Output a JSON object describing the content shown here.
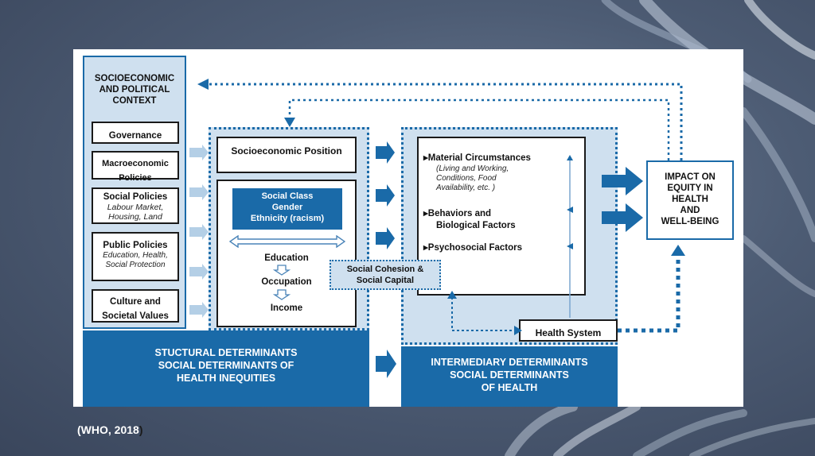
{
  "left_column": {
    "title": "SOCIOECONOMIC AND POLITICAL CONTEXT",
    "items": [
      {
        "title": "Governance",
        "sub": ""
      },
      {
        "title": "Macroeconomic Policies",
        "sub": ""
      },
      {
        "title": "Social Policies",
        "sub": "Labour Market, Housing, Land"
      },
      {
        "title": "Public Policies",
        "sub": "Education, Health, Social Protection"
      },
      {
        "title": "Culture and Societal Values",
        "sub": ""
      }
    ]
  },
  "structural": {
    "position_title": "Socioeconomic Position",
    "class_box": [
      "Social Class",
      "Gender",
      "Ethnicity (racism)"
    ],
    "ladder": [
      "Education",
      "Occupation",
      "Income"
    ],
    "footer": [
      "STUCTURAL DETERMINANTS",
      "SOCIAL DETERMINANTS OF",
      "HEALTH INEQUITIES"
    ]
  },
  "social_cohesion": [
    "Social Cohesion &",
    "Social Capital"
  ],
  "intermediary": {
    "material": "Material Circumstances",
    "material_sub": [
      "(Living and Working,",
      "Conditions, Food",
      "Availability, etc. )"
    ],
    "behaviors": [
      "Behaviors and",
      "Biological Factors"
    ],
    "psychosocial": "Psychosocial Factors",
    "footer": [
      "INTERMEDIARY DETERMINANTS",
      "SOCIAL DETERMINANTS",
      "OF HEALTH"
    ]
  },
  "health_system": "Health System",
  "impact": [
    "IMPACT ON",
    "EQUITY IN",
    "HEALTH",
    "AND",
    "WELL-BEING"
  ],
  "credit": {
    "text": "(WHO, 2018",
    "paren": ")"
  },
  "colors": {
    "brand_blue": "#1a6aa8",
    "light_blue": "#cfe0ef",
    "dark_text": "#111111"
  }
}
